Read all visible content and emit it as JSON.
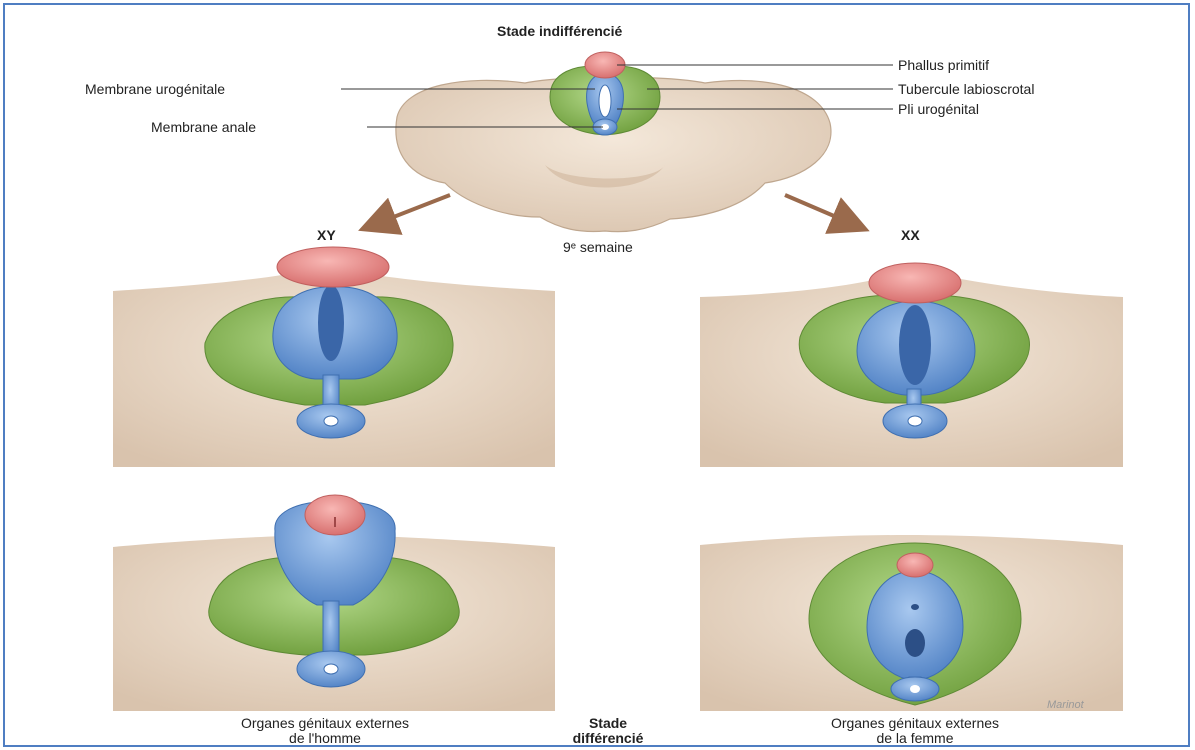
{
  "diagram": {
    "title": "Stade indifférencié",
    "labels": {
      "phallus": "Phallus primitif",
      "tubercule": "Tubercule labioscrotal",
      "pli": "Pli urogénital",
      "membrane_uro": "Membrane urogénitale",
      "membrane_anale": "Membrane anale"
    },
    "week": "9ᵉ semaine",
    "branch_male": "XY",
    "branch_female": "XX",
    "caption_male": [
      "Organes génitaux externes",
      "de l'homme"
    ],
    "caption_female": [
      "Organes génitaux externes",
      "de la femme"
    ],
    "caption_center": [
      "Stade",
      "différencié"
    ],
    "signature": "Marinot",
    "colors": {
      "skin": "#eddccb",
      "fold_green": "#8dbb55",
      "fold_blue": "#6f9fd8",
      "phallus_pink": "#ec8e8e",
      "arrow": "#9a6a4c",
      "frame": "#4f7ec2"
    }
  }
}
